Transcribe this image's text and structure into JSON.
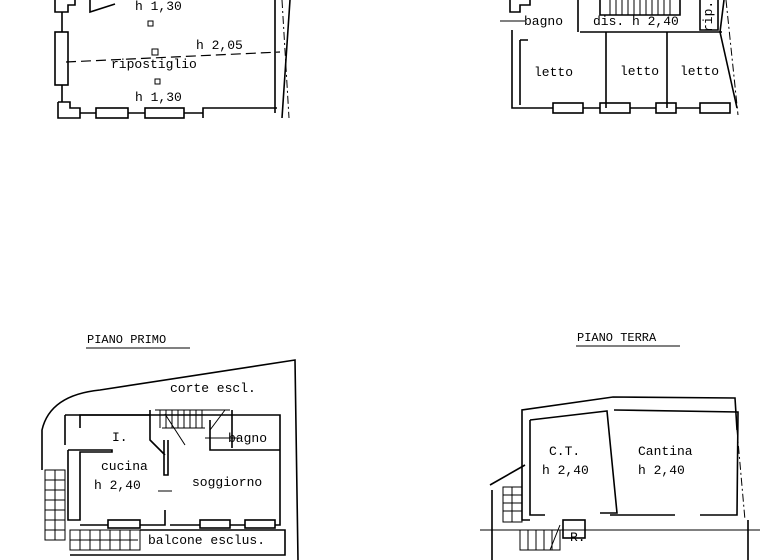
{
  "plans": {
    "sottotetto": {
      "rooms": [
        {
          "label": "h 1,30"
        },
        {
          "label": "h 2,05"
        },
        {
          "label": "ripostiglio"
        },
        {
          "label": "h 1,30"
        }
      ]
    },
    "secondo": {
      "rooms": [
        {
          "label": "bagno"
        },
        {
          "label": "dis. h 2,40"
        },
        {
          "label": "rip."
        },
        {
          "label": "letto"
        },
        {
          "label": "letto"
        },
        {
          "label": "letto"
        }
      ]
    },
    "primo": {
      "title": "PIANO  PRIMO",
      "rooms": [
        {
          "label": "corte escl."
        },
        {
          "label": "I."
        },
        {
          "label": "bagno"
        },
        {
          "label": "cucina"
        },
        {
          "label": "h 2,40"
        },
        {
          "label": "soggiorno"
        },
        {
          "label": "balcone esclus."
        }
      ]
    },
    "terra": {
      "title": "PIANO  TERRA",
      "rooms": [
        {
          "label": "C.T."
        },
        {
          "label": "h 2,40"
        },
        {
          "label": "Cantina"
        },
        {
          "label": "h 2,40"
        },
        {
          "label": "R."
        }
      ]
    }
  }
}
